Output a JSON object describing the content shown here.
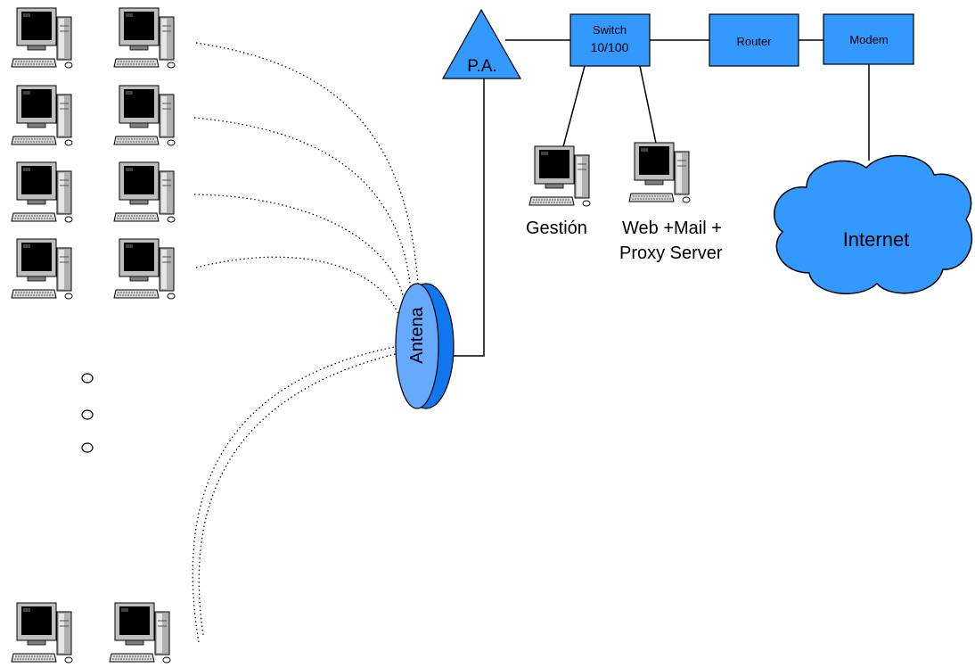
{
  "nodes": {
    "access_point": "P.A.",
    "switch_line1": "Switch",
    "switch_line2": "10/100",
    "router": "Router",
    "modem": "Modem",
    "antenna": "Antena",
    "internet": "Internet",
    "server_gestion": "Gestión",
    "server_web_line1": "Web +Mail +",
    "server_web_line2": "Proxy Server"
  },
  "icons": {
    "client_pc": "desktop-computer-icon",
    "ellipsis_dot": "circle-dot-icon"
  },
  "colors": {
    "device_fill": "#3399ff",
    "antenna_fill": "#66aaff",
    "antenna_dark": "#1177ee",
    "cloud_fill": "#3399ff",
    "line": "#000000"
  }
}
